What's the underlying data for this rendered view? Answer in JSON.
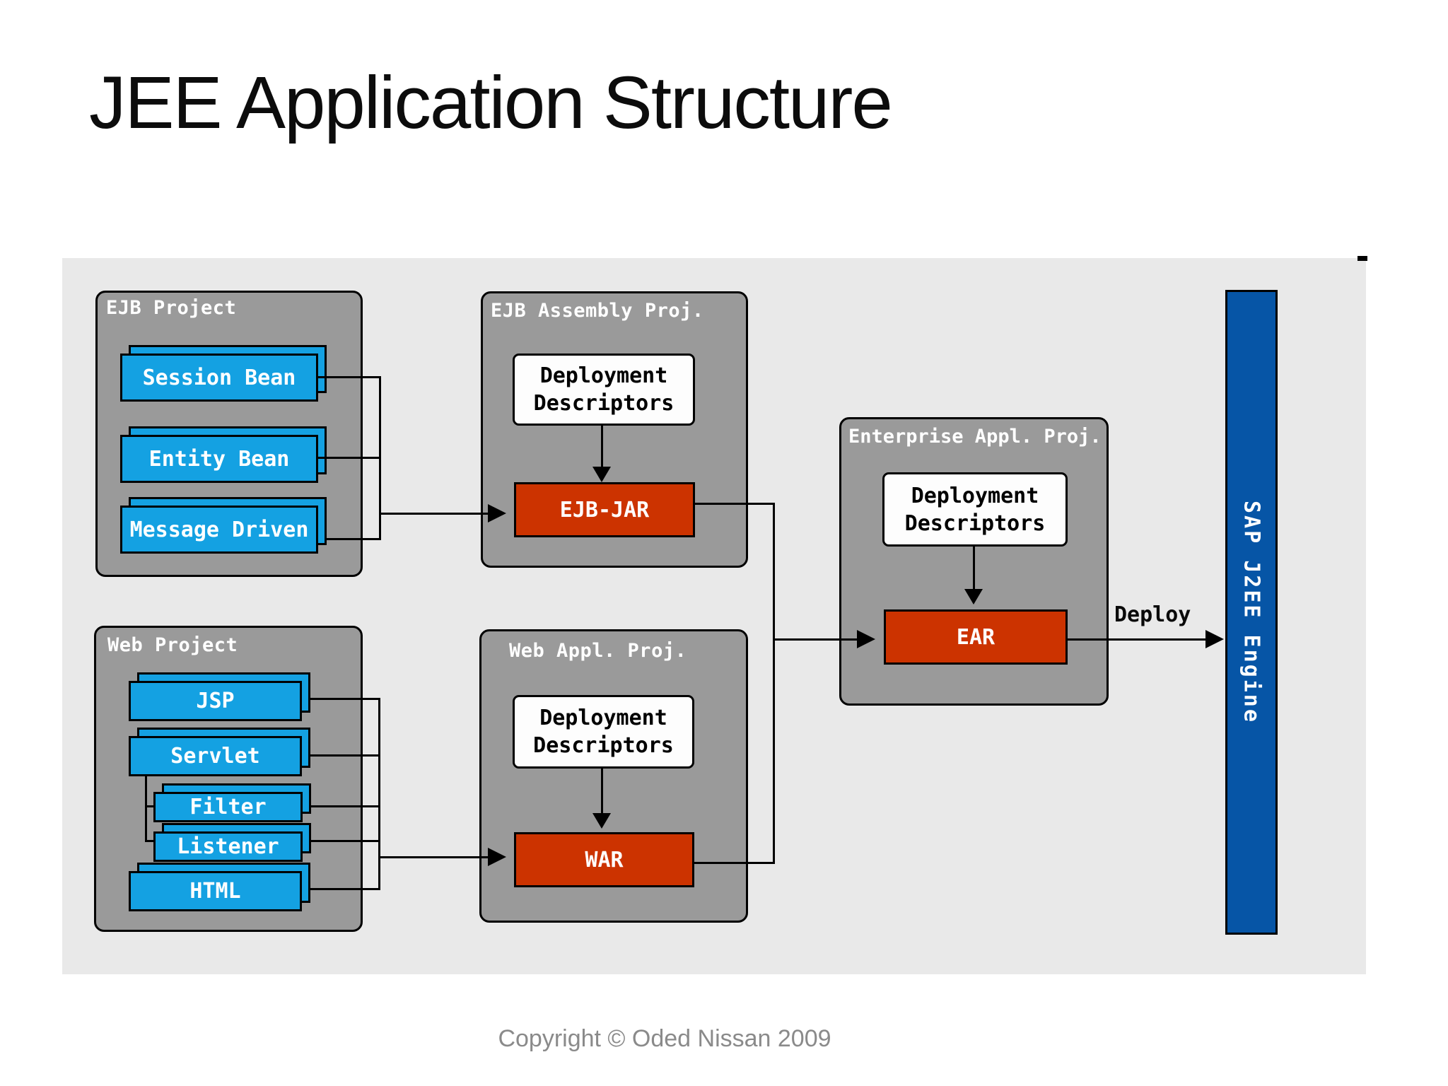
{
  "slide": {
    "title": "JEE Application Structure",
    "footer": "Copyright © Oded Nissan 2009"
  },
  "colors": {
    "panel_bg": "#e9e9e9",
    "container_gray": "#9a9a9a",
    "item_cyan": "#14a1e2",
    "artifact_red": "#cc3300",
    "engine_blue": "#0655a6",
    "line_black": "#000000"
  },
  "diagram": {
    "ejb_project": {
      "title": "EJB Project",
      "items": [
        "Session Bean",
        "Entity Bean",
        "Message Driven"
      ]
    },
    "web_project": {
      "title": "Web Project",
      "items": [
        "JSP",
        "Servlet",
        "Filter",
        "Listener",
        "HTML"
      ]
    },
    "ejb_assembly": {
      "title": "EJB Assembly Proj.",
      "descriptor": "Deployment Descriptors",
      "artifact": "EJB-JAR"
    },
    "web_appl": {
      "title": "Web Appl. Proj.",
      "descriptor": "Deployment Descriptors",
      "artifact": "WAR"
    },
    "enterprise": {
      "title": "Enterprise Appl. Proj.",
      "descriptor": "Deployment Descriptors",
      "artifact": "EAR"
    },
    "engine": {
      "title": "SAP J2EE Engine"
    },
    "deploy_label": "Deploy"
  }
}
